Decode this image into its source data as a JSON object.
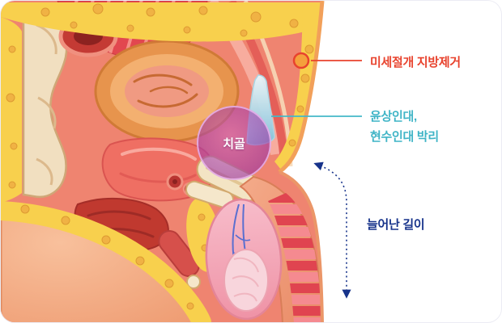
{
  "annotations": {
    "fat_removal": {
      "label": "미세절개 지방제거",
      "color": "#e8432e"
    },
    "ligament": {
      "line1": "윤상인대,",
      "line2": "현수인대 박리",
      "color": "#3fb4c6"
    },
    "length": {
      "label": "늘어난 길이",
      "color": "#17338b"
    },
    "pubic_bone": {
      "label": "치골",
      "circle_color": "#a34fae"
    }
  },
  "illustration": {
    "subject": "male-pelvis-sagittal-cross-section",
    "palette": {
      "fat": "#f8d04d",
      "muscle": "#e2474f",
      "skin_line": "#f2a05a",
      "ligament_highlight": "#9fd0e2"
    }
  }
}
